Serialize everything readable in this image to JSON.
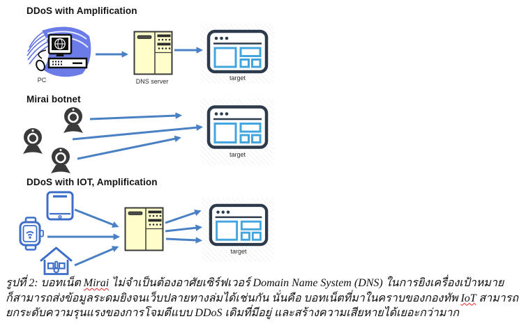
{
  "figure": {
    "sections": [
      {
        "heading": "DDoS with Amplification",
        "source_label": "PC",
        "server_label": "DNS server",
        "target_label": "target"
      },
      {
        "heading": "Mirai botnet",
        "target_label": "target"
      },
      {
        "heading": "DDoS with IOT, Amplification",
        "target_label": "target"
      }
    ],
    "icon_names": [
      "pc-desktop-icon",
      "dns-server-icon",
      "browser-target-icon",
      "webcam-icon",
      "tablet-icon",
      "smartwatch-icon",
      "smart-home-icon",
      "amplification-server-icon",
      "flow-arrow-icon"
    ],
    "colors": {
      "arrow_blue": "#4a80c4",
      "server_fill": "#ffffcc",
      "server_stroke": "#3a3a3a",
      "target_border": "#2d3a4c",
      "target_accent": "#42a5dd",
      "webcam_dark": "#3a3a3a",
      "iot_outline": "#3c6ec9",
      "clipart_blue": "#6b7ce8",
      "spellcheck_red": "#e02020"
    }
  },
  "caption": {
    "line1": {
      "pre": "รูปที่ 2: บอทเน็ต ",
      "spellcheck_word": "Mirai",
      "post": " ไม่จำเป็นต้องอาศัยเซิร์ฟเวอร์ Domain Name System (DNS) ในการยิงเครื่องเป้าหมาย"
    },
    "line2": {
      "pre": "ก็สามารถส่งข้อมูลระดมยิงจนเว็บปลายทางล่มได้เช่นกัน นั่นคือ บอทเน็ตที่มาในคราบของกองทัพ ",
      "spellcheck_word": "IoT",
      "post": " สามารถ"
    },
    "line3": "ยกระดับความรุนแรงของการโจมตีแบบ DDoS เดิมที่มีอยู่ และสร้างความเสียหายได้เยอะกว่ามาก"
  }
}
